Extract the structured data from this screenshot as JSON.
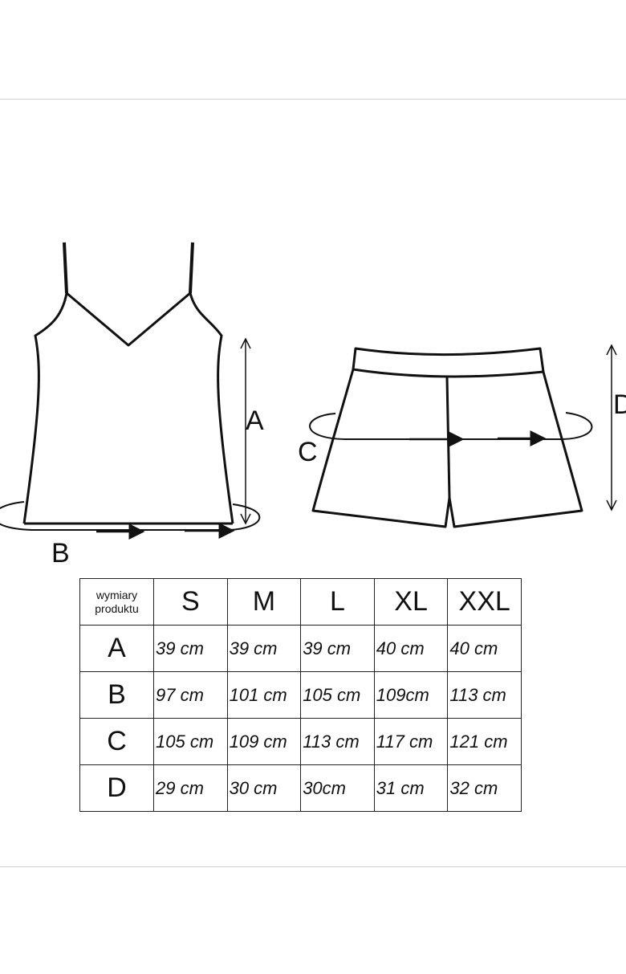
{
  "diagram_labels": {
    "A": "A",
    "B": "B",
    "C": "C",
    "D": "D"
  },
  "table": {
    "corner_line1": "wymiary",
    "corner_line2": "produktu",
    "sizes": [
      "S",
      "M",
      "L",
      "XL",
      "XXL"
    ],
    "rows": [
      {
        "label": "A",
        "values": [
          "39 cm",
          "39 cm",
          "39 cm",
          "40 cm",
          "40 cm"
        ]
      },
      {
        "label": "B",
        "values": [
          "97 cm",
          "101 cm",
          "105 cm",
          "109cm",
          "113 cm"
        ]
      },
      {
        "label": "C",
        "values": [
          "105 cm",
          "109 cm",
          "113 cm",
          "117 cm",
          "121 cm"
        ]
      },
      {
        "label": "D",
        "values": [
          "29 cm",
          "30 cm",
          "30cm",
          "31 cm",
          "32 cm"
        ]
      }
    ]
  }
}
